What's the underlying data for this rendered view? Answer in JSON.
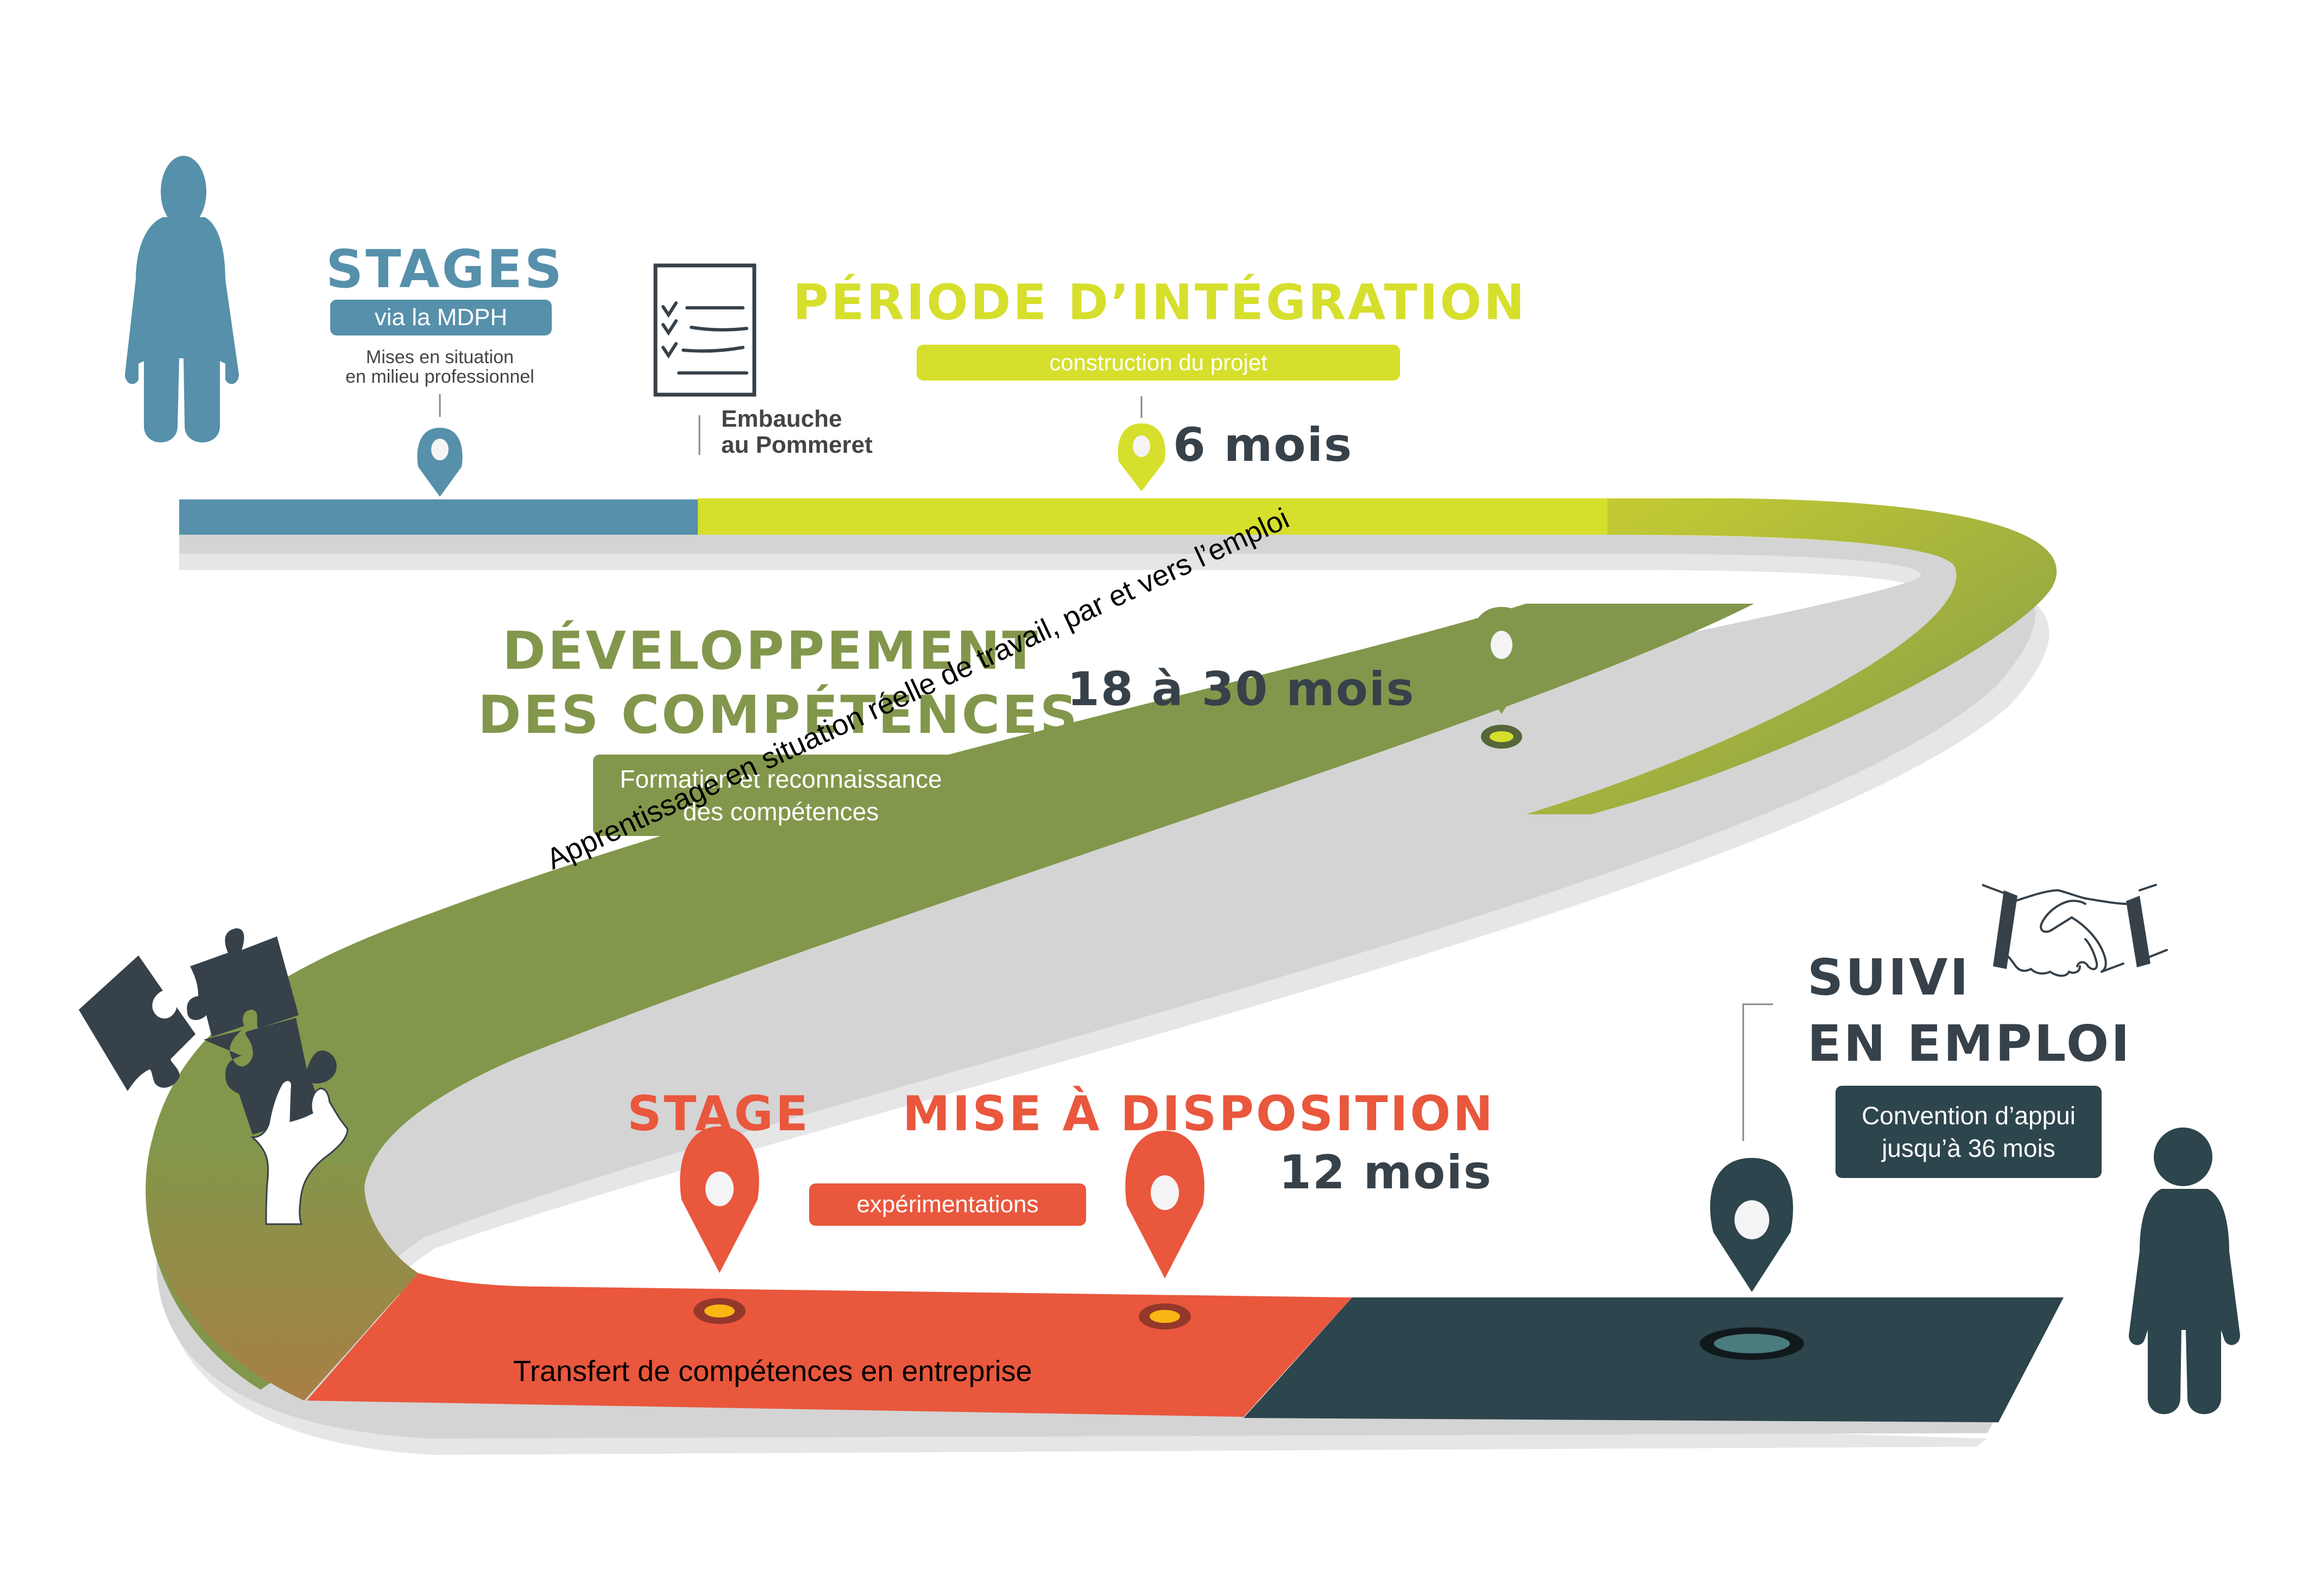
{
  "colors": {
    "blue": "#5690ab",
    "lime": "#d6df2c",
    "olive": "#82974b",
    "orange": "#e9573d",
    "dark_teal": "#2d454d",
    "text_dark": "#37414a",
    "shadow": "#d4d4d4"
  },
  "stages_mdph": {
    "title": "STAGES",
    "badge": "via la MDPH",
    "caption_line1": "Mises en situation",
    "caption_line2": "en milieu professionnel"
  },
  "embauche": {
    "line1": "Embauche",
    "line2": "au Pommeret",
    "icon": "checklist-icon"
  },
  "integration": {
    "title": "PÉRIODE D’INTÉGRATION",
    "badge": "construction du projet",
    "duration": "6 mois"
  },
  "developpement": {
    "title_line1": "DÉVELOPPEMENT",
    "title_line2": "DES COMPÉTENCES",
    "duration": "18 à 30 mois",
    "badge_line1": "Formation et reconnaissance",
    "badge_line2": "des compétences",
    "road_label": "Apprentissage en situation réelle de travail, par et vers l’emploi",
    "icon": "puzzle-hand-icon"
  },
  "transfert": {
    "stage_title": "STAGE",
    "mise_title": "MISE À DISPOSITION",
    "badge": "expérimentations",
    "duration": "12 mois",
    "road_label": "Transfert de compétences en entreprise"
  },
  "suivi": {
    "title_line1": "SUIVI",
    "title_line2": "EN EMPLOI",
    "badge_line1": "Convention d’appui",
    "badge_line2": "jusqu’à 36 mois",
    "icon": "handshake-icon"
  }
}
